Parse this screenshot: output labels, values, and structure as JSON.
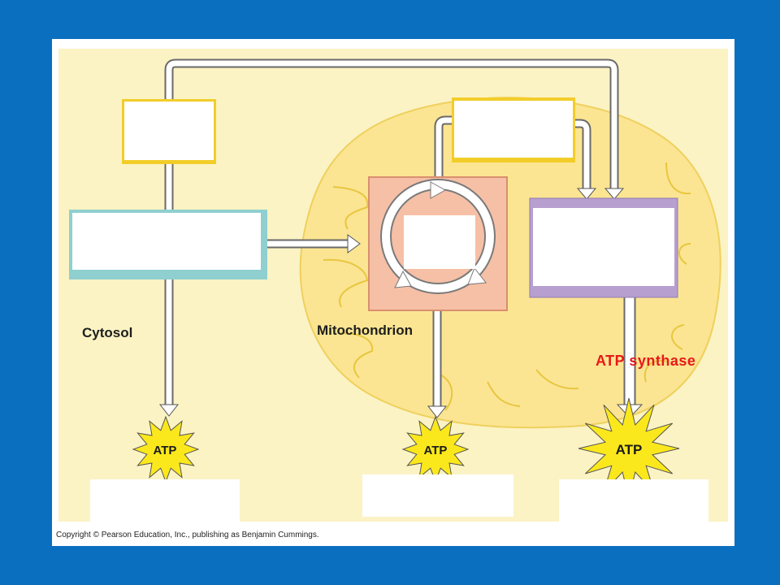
{
  "labels": {
    "cytosol": "Cytosol",
    "mitochondrion": "Mitochondrion",
    "atp_synthase": "ATP  synthase"
  },
  "atp": [
    "ATP",
    "ATP",
    "ATP"
  ],
  "copyright": "Copyright © Pearson Education, Inc., publishing as Benjamin Cummings.",
  "colors": {
    "page_bg": "#0b6fc0",
    "panel": "#fbf3c4",
    "mitochondrion": "#fbe592",
    "cristae": "#e8c640",
    "yellow_border": "#f2cd2a",
    "cyan_border": "#8fcfcf",
    "citric_box": "#f6c0a6",
    "purple_border": "#b79fd0",
    "atp_burst": "#fbe81c",
    "atp_synthase_text": "#e81818"
  }
}
